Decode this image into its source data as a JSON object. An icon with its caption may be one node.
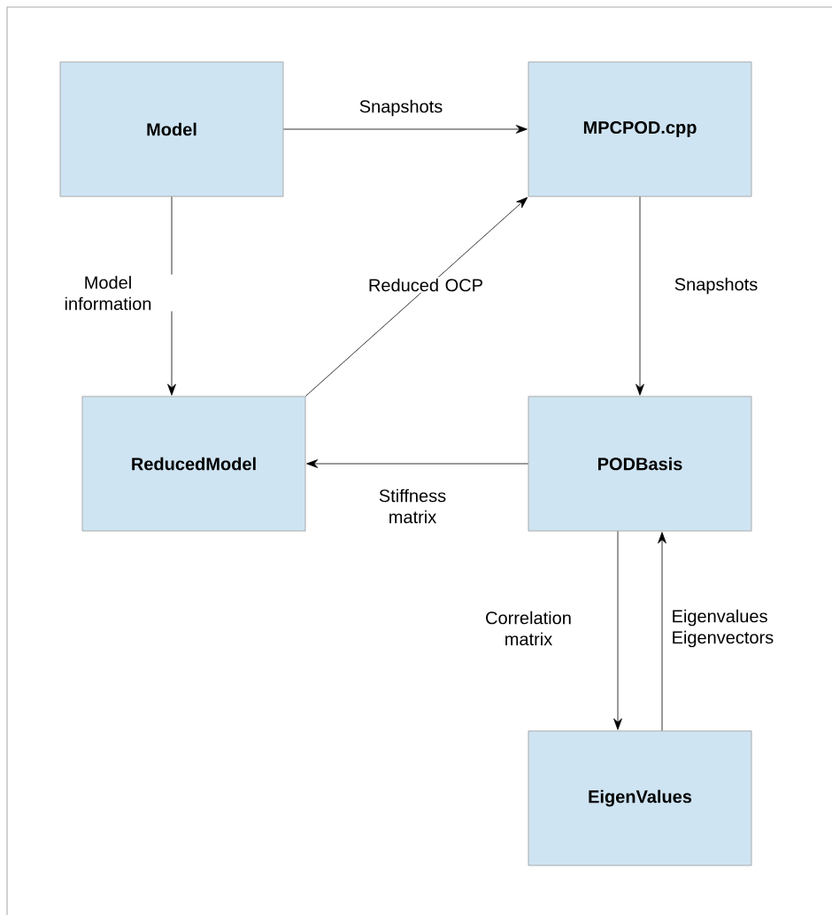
{
  "diagram": {
    "nodes": [
      {
        "text": [
          "Model"
        ]
      },
      {
        "text": [
          "MPCPOD.cpp"
        ]
      },
      {
        "text": [
          "ReducedModel"
        ]
      },
      {
        "text": [
          "PODBasis"
        ]
      },
      {
        "text": [
          "EigenValues"
        ]
      }
    ],
    "edges": [
      {
        "from": 0,
        "to": 1,
        "arrow": "to",
        "label": "Snapshots"
      },
      {
        "from": 0,
        "to": 2,
        "arrow": "to",
        "label": "Model information"
      },
      {
        "from": 2,
        "to": 1,
        "arrow": "to",
        "label": "Reduced OCP"
      },
      {
        "from": 1,
        "to": 3,
        "arrow": "to",
        "label": "Snapshots"
      },
      {
        "from": 3,
        "to": 2,
        "arrow": "to",
        "label": "Stiffness matrix"
      },
      {
        "from": 3,
        "to": 4,
        "arrow": "to",
        "label": "Correlation matrix"
      },
      {
        "from": 4,
        "to": 3,
        "arrow": "to",
        "label": "Eigenvalues Eigenvectors"
      }
    ]
  }
}
